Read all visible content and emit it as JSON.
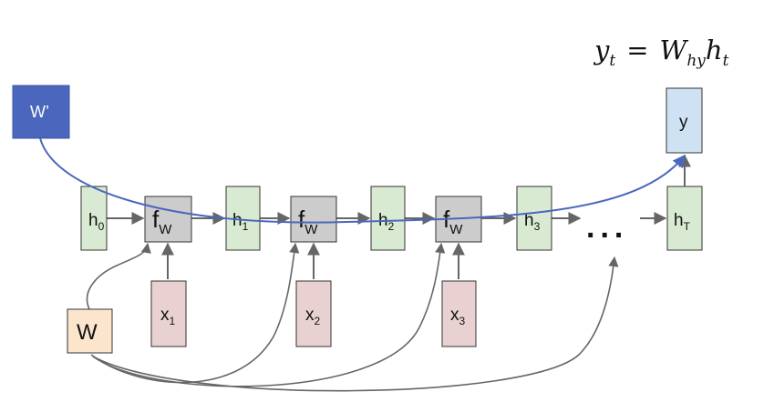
{
  "equation": {
    "lhs": "y",
    "lhs_sub": "t",
    "operator": "=",
    "weight": "W",
    "weight_sub": "hy",
    "hidden": "h",
    "hidden_sub": "t"
  },
  "weights": {
    "shared": "W",
    "output": "W’"
  },
  "hidden_states": [
    {
      "base": "h",
      "sub": "0"
    },
    {
      "base": "h",
      "sub": "1"
    },
    {
      "base": "h",
      "sub": "2"
    },
    {
      "base": "h",
      "sub": "3"
    },
    {
      "base": "h",
      "sub": "T"
    }
  ],
  "functions": [
    {
      "base": "f",
      "sub": "W"
    },
    {
      "base": "f",
      "sub": "W"
    },
    {
      "base": "f",
      "sub": "W"
    }
  ],
  "inputs": [
    {
      "base": "x",
      "sub": "1"
    },
    {
      "base": "x",
      "sub": "2"
    },
    {
      "base": "x",
      "sub": "3"
    }
  ],
  "output": {
    "label": "y"
  },
  "ellipsis": "...",
  "colors": {
    "hidden_fill": "#d9ead3",
    "function_fill": "#cccccc",
    "input_fill": "#ead1d1",
    "output_fill": "#cfe2f3",
    "shared_weight_fill": "#fce5cd",
    "output_weight_fill": "#4a67bd",
    "output_weight_arrow": "#4a67bd",
    "arrow": "#666666"
  }
}
